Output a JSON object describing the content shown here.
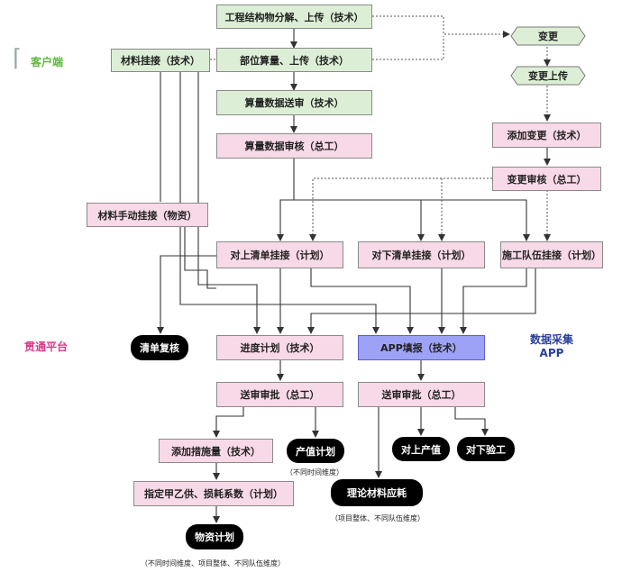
{
  "side_labels": {
    "client": "客户端",
    "platform": "贯通平台",
    "data_collect_line1": "数据采集",
    "data_collect_line2": "APP"
  },
  "colors": {
    "client": "#5cba3c",
    "platform": "#e0368a",
    "data_collect": "#2c3f99"
  },
  "nodes": {
    "decompose": "工程结构物分解、上传（技术）",
    "material_link_tech": "材料挂接（技术）",
    "part_calc": "部位算量、上传（技术）",
    "calc_send": "算量数据送审（技术）",
    "calc_review": "算量数据审核（总工）",
    "change": "变更",
    "change_upload": "变更上传",
    "add_change": "添加变更（技术）",
    "change_review": "变更审核（总工）",
    "material_manual": "材料手动挂接（物资）",
    "up_list": "对上清单挂接（计划）",
    "down_list": "对下清单挂接（计划）",
    "team_link": "施工队伍挂接（计划）",
    "list_recheck": "清单复核",
    "progress_plan": "进度计划（技术）",
    "app_report": "APP填报（技术）",
    "approve_left": "送审审批（总工）",
    "approve_right": "送审审批（总工）",
    "add_measures": "添加措施量（技术）",
    "output_plan": "产值计划",
    "up_output": "对上产值",
    "down_accept": "对下验工",
    "specify_supply": "指定甲乙供、损耗系数（计划）",
    "theory_consume": "理论材料应耗",
    "material_plan": "物资计划"
  },
  "notes": {
    "output_plan": "（不同时间维度）",
    "theory_consume": "（项目整体、不同队伍维度）",
    "material_plan": "（不同时间维度、项目整体、不同队伍维度）"
  }
}
